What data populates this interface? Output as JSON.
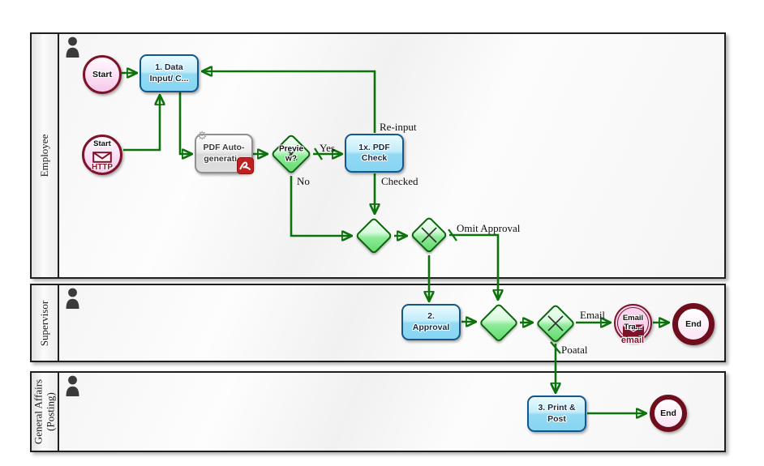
{
  "diagram": {
    "lanes": [
      {
        "label": "Employee"
      },
      {
        "label": "Supervisor"
      },
      {
        "label": "General Affairs (Posting)"
      }
    ],
    "nodes": {
      "start": {
        "label": "Start"
      },
      "start_http": {
        "label": "Start",
        "badge": "HTTP"
      },
      "data_input": {
        "label": "1. Data Input/ C..."
      },
      "pdf_autogen": {
        "label": "PDF Auto-generati..."
      },
      "preview_gateway": {
        "label": "Previe w?"
      },
      "pdf_check": {
        "label": "1x. PDF Check"
      },
      "approval": {
        "label": "2. Approval"
      },
      "email_transmission": {
        "label": "Email Tra...",
        "badge": "email"
      },
      "end_supervisor": {
        "label": "End"
      },
      "print_post": {
        "label": "3. Print & Post"
      },
      "end_posting": {
        "label": "End"
      }
    },
    "flow_labels": {
      "yes": "Yes",
      "no": "No",
      "re_input": "Re-input",
      "checked": "Checked",
      "omit_approval": "Omit Approval",
      "email": "Email",
      "postal": "Poatal"
    },
    "colors": {
      "flow_green": "#0c730c",
      "task_border_blue": "#14588a",
      "event_maroon": "#7d1228",
      "gateway_green": "#0a650a"
    }
  }
}
